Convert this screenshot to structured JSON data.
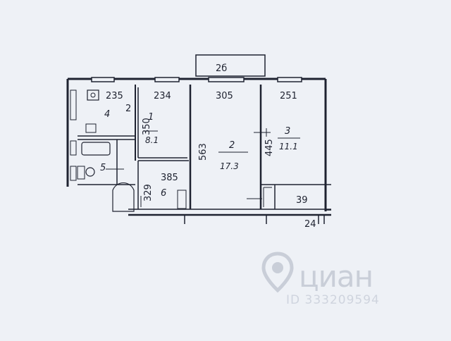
{
  "plan": {
    "balcony_width": "2б",
    "dims": {
      "room4_width": "235",
      "room1_width": "234",
      "room2_width": "305",
      "room3_width": "251",
      "room4_depth": "2",
      "room1_depth": "350",
      "room2_depth": "563",
      "room3_depth": "445",
      "corridor_depth": "329",
      "corridor_width": "385",
      "closet_width": "39",
      "bottom_right": "24"
    },
    "rooms": [
      {
        "number": "1",
        "area": "8.1"
      },
      {
        "number": "2",
        "area": "17.3"
      },
      {
        "number": "3",
        "area": "11.1"
      },
      {
        "number": "4",
        "area": ""
      },
      {
        "number": "5",
        "area": ""
      },
      {
        "number": "6",
        "area": ""
      }
    ]
  },
  "watermark": {
    "brand": "циан",
    "id_text": "ID 333209594",
    "color": "#c9ced8"
  },
  "colors": {
    "background": "#eef1f6",
    "ink": "#1e2230"
  }
}
